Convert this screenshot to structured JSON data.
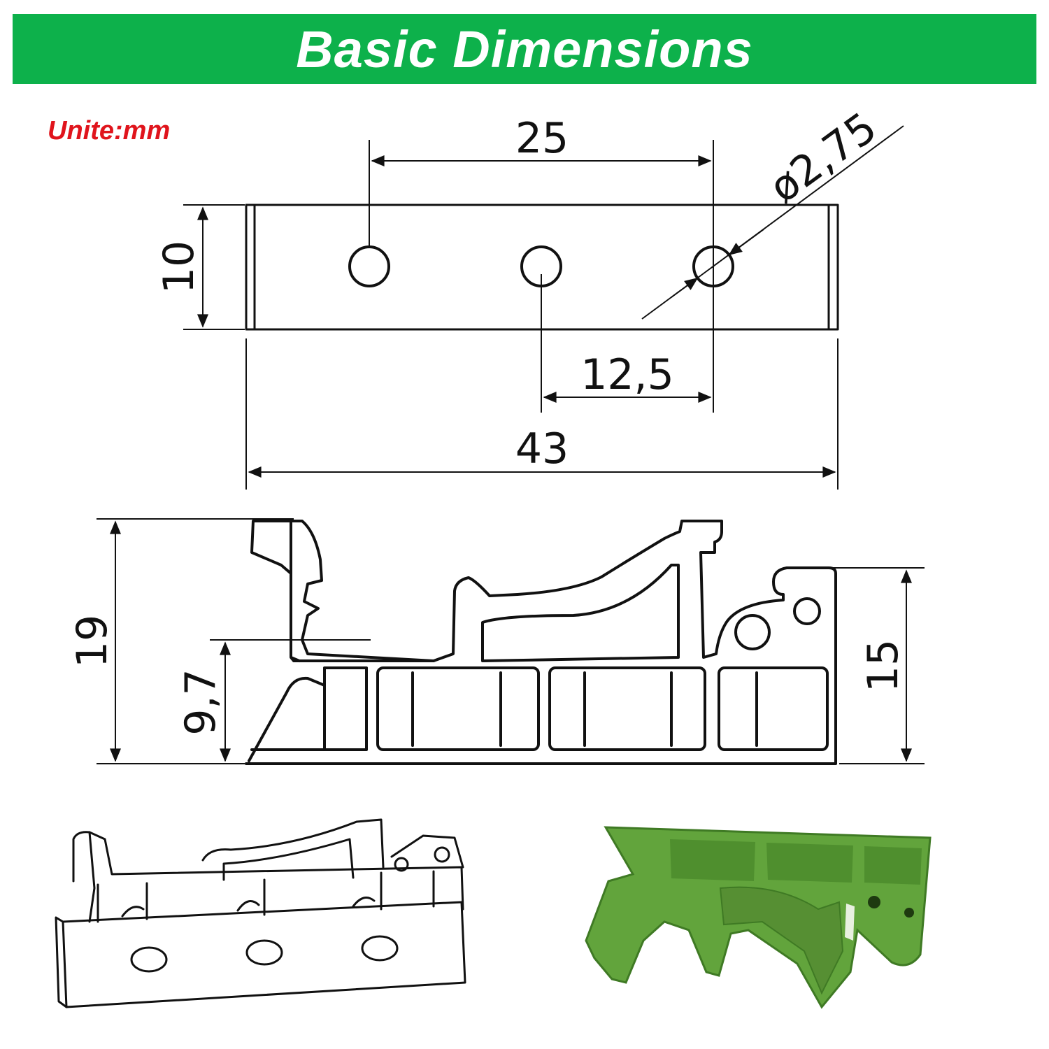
{
  "header": {
    "title": "Basic Dimensions"
  },
  "unit_label": "Unite:mm",
  "dimensions": {
    "hole_spacing": "25",
    "hole_diameter": "ø2,75",
    "height_top": "10",
    "center_offset": "12,5",
    "overall_length": "43",
    "profile_height": "19",
    "lower_height": "9,7",
    "right_height": "15"
  },
  "colors": {
    "banner": "#0db14b",
    "unit_text": "#e0141c",
    "part_green": "#62a43c"
  }
}
